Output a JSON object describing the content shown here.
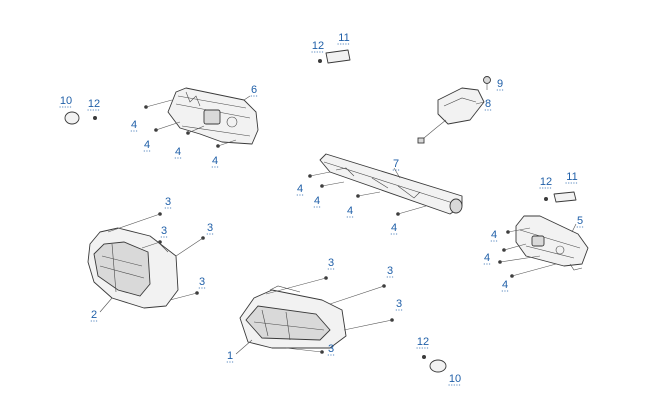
{
  "diagram": {
    "type": "exploded-parts-diagram",
    "callout_color": "#1f5fa8",
    "callouts": [
      {
        "id": "c1",
        "label": "1"
      },
      {
        "id": "c2",
        "label": "2"
      },
      {
        "id": "c3a",
        "label": "3"
      },
      {
        "id": "c3b",
        "label": "3"
      },
      {
        "id": "c3c",
        "label": "3"
      },
      {
        "id": "c3d",
        "label": "3"
      },
      {
        "id": "c3e",
        "label": "3"
      },
      {
        "id": "c3f",
        "label": "3"
      },
      {
        "id": "c3g",
        "label": "3"
      },
      {
        "id": "c3h",
        "label": "3"
      },
      {
        "id": "c4a",
        "label": "4"
      },
      {
        "id": "c4b",
        "label": "4"
      },
      {
        "id": "c4c",
        "label": "4"
      },
      {
        "id": "c4d",
        "label": "4"
      },
      {
        "id": "c4e",
        "label": "4"
      },
      {
        "id": "c4f",
        "label": "4"
      },
      {
        "id": "c4g",
        "label": "4"
      },
      {
        "id": "c4h",
        "label": "4"
      },
      {
        "id": "c4i",
        "label": "4"
      },
      {
        "id": "c4j",
        "label": "4"
      },
      {
        "id": "c4k",
        "label": "4"
      },
      {
        "id": "c5",
        "label": "5"
      },
      {
        "id": "c6",
        "label": "6"
      },
      {
        "id": "c7",
        "label": "7"
      },
      {
        "id": "c8",
        "label": "8"
      },
      {
        "id": "c9",
        "label": "9"
      },
      {
        "id": "c10a",
        "label": "10"
      },
      {
        "id": "c10b",
        "label": "10"
      },
      {
        "id": "c11a",
        "label": "11"
      },
      {
        "id": "c11b",
        "label": "11"
      },
      {
        "id": "c12a",
        "label": "12"
      },
      {
        "id": "c12b",
        "label": "12"
      },
      {
        "id": "c12c",
        "label": "12"
      },
      {
        "id": "c12d",
        "label": "12"
      }
    ]
  }
}
